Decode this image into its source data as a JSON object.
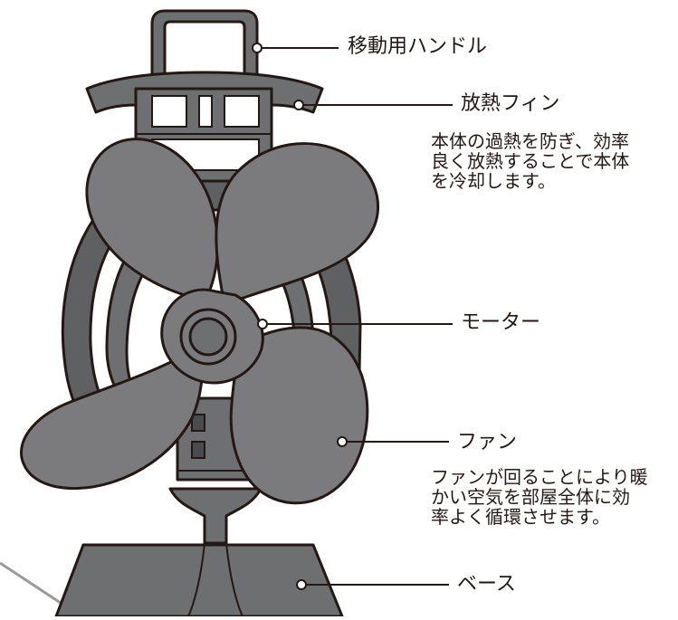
{
  "labels": {
    "handle": "移動用ハンドル",
    "fins": "放熱フィン",
    "fins_desc": [
      "本体の過熱を防ぎ、効率",
      "良く放熱することで本体",
      "を冷却します。"
    ],
    "motor": "モーター",
    "fan": "ファン",
    "fan_desc": [
      "ファンが回ることにより暖",
      "かい空気を部屋全体に効",
      "率よく循環させます。"
    ],
    "base": "ベース"
  },
  "colors": {
    "body": "#6e6f71",
    "fan": "#7b7b7d",
    "outline": "#231815",
    "leader": "#231815",
    "stand_line": "#9a9a9a",
    "dot": "#ffffff"
  }
}
